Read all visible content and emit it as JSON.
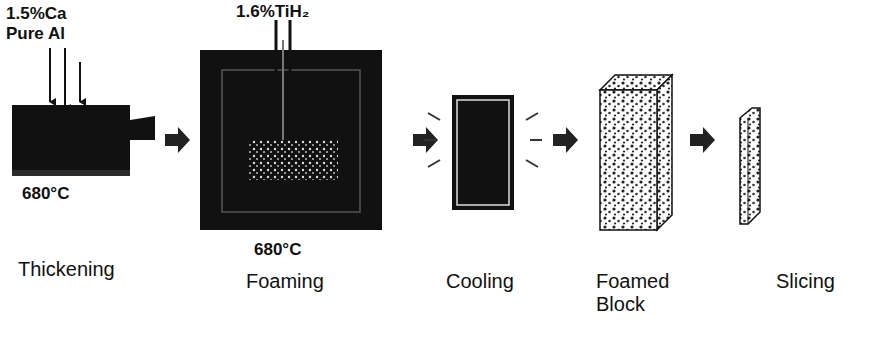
{
  "diagram": {
    "labels": [
      "1.5%Ca",
      "Pure Al",
      "680°C",
      "Thickening",
      "1.6%TiH₂",
      "680°C",
      "Foaming",
      "Cooling",
      "Foamed Block",
      "Slicing"
    ]
  }
}
